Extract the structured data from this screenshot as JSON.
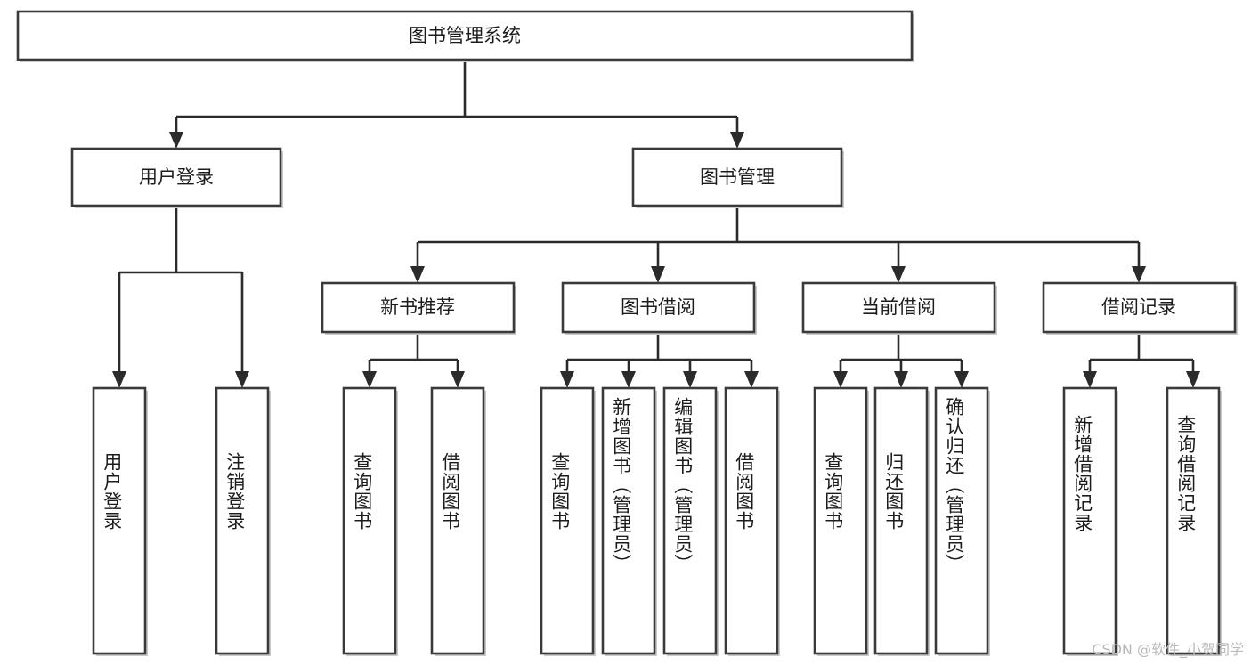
{
  "diagram": {
    "type": "tree-hierarchy-chart",
    "title": "图书管理系统",
    "background_color": "#ffffff",
    "box_stroke_color": "#3a3a3a",
    "connector_color": "#2b2b2b",
    "text_color": "#1c1c1c"
  },
  "root": {
    "label": "图书管理系统"
  },
  "level2": [
    {
      "label": "用户登录"
    },
    {
      "label": "图书管理"
    }
  ],
  "level3": [
    {
      "label": "新书推荐"
    },
    {
      "label": "图书借阅"
    },
    {
      "label": "当前借阅"
    },
    {
      "label": "借阅记录"
    }
  ],
  "leaves": {
    "user_login": [
      {
        "label": "用户登录"
      },
      {
        "label": "注销登录"
      }
    ],
    "new_book_recommend": [
      {
        "label": "查询图书"
      },
      {
        "label": "借阅图书"
      }
    ],
    "book_borrow": [
      {
        "label": "查询图书"
      },
      {
        "label": "新增图书（管理员）"
      },
      {
        "label": "编辑图书（管理员）"
      },
      {
        "label": "借阅图书"
      }
    ],
    "current_borrow": [
      {
        "label": "查询图书"
      },
      {
        "label": "归还图书"
      },
      {
        "label": "确认归还（管理员）"
      }
    ],
    "borrow_record": [
      {
        "label": "新增借阅记录"
      },
      {
        "label": "查询借阅记录"
      }
    ]
  },
  "watermark": {
    "text": "CSDN @软件_小贺同学",
    "color": "#b9b9b9"
  }
}
